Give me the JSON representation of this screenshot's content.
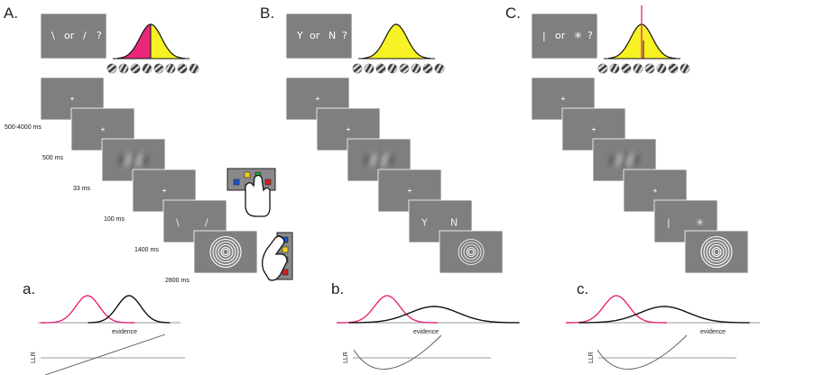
{
  "panels": [
    {
      "letter": "A.",
      "cue": {
        "left": "\\",
        "or": "or",
        "right": "/",
        "q": "?"
      },
      "prior": "split",
      "timings": [
        "500-4000 ms",
        "500 ms",
        "33 ms",
        "100 ms",
        "1400 ms",
        "2800 ms"
      ],
      "response": {
        "left": "\\",
        "right": "/"
      },
      "lower_letter": "a.",
      "evidence_label": "evidence",
      "llr_label": "LLR",
      "llr_shape": "linear"
    },
    {
      "letter": "B.",
      "cue": {
        "left": "Y",
        "or": "or",
        "right": "N",
        "q": "?"
      },
      "prior": "single",
      "timings": [],
      "response": {
        "left": "Y",
        "right": "N"
      },
      "lower_letter": "b.",
      "evidence_label": "evidence",
      "llr_label": "LLR",
      "llr_shape": "quadratic"
    },
    {
      "letter": "C.",
      "cue": {
        "left": "|",
        "or": "or",
        "right": "✳",
        "q": "?"
      },
      "prior": "criterion",
      "timings": [],
      "response": {
        "left": "|",
        "right": "✳"
      },
      "lower_letter": "c.",
      "evidence_label": "evidence",
      "llr_label": "LLR",
      "llr_shape": "quadratic"
    }
  ],
  "colors": {
    "screen": "#7f7f7f",
    "magenta": "#e8267a",
    "yellow": "#f6f224",
    "dark": "#111111",
    "key_blue": "#1a57c8",
    "key_yellow": "#f2d21a",
    "key_green": "#2aa33c",
    "key_red": "#d42222"
  }
}
